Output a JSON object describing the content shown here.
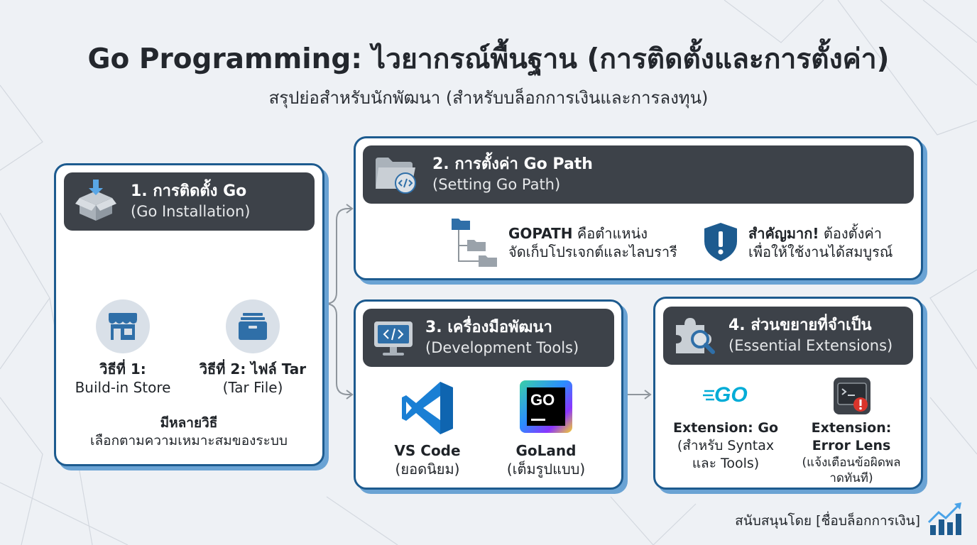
{
  "header": {
    "title": "Go Programming: ไวยากรณ์พื้นฐาน (การติดตั้งและการตั้งค่า)",
    "subtitle": "สรุปย่อสำหรับนักพัฒนา (สำหรับบล็อกการเงินและการลงทุน)"
  },
  "install": {
    "title": "1. การติดตั้ง Go",
    "subtitle": "(Go Installation)",
    "method1_title": "วิธีที่ 1:",
    "method1_desc": "Build-in Store",
    "method2_title": "วิธีที่ 2: ไฟล์ Tar",
    "method2_desc": "(Tar File)",
    "note_title": "มีหลายวิธี",
    "note_desc": "เลือกตามความเหมาะสมของระบบ"
  },
  "gopath": {
    "title": "2. การตั้งค่า Go Path",
    "subtitle": "(Setting Go Path)",
    "line1_bold": "GOPATH",
    "line1_rest": " คือตำแหน่ง",
    "line2": "จัดเก็บโปรเจกต์และไลบรารี",
    "important_bold": "สำคัญมาก!",
    "important_rest": " ต้องตั้งค่า",
    "important_line2": "เพื่อให้ใช้งานได้สมบูรณ์"
  },
  "tools": {
    "title": "3. เครื่องมือพัฒนา",
    "subtitle": "(Development Tools)",
    "vscode_name": "VS Code",
    "vscode_desc": "(ยอดนิยม)",
    "goland_logo": "GO",
    "goland_name": "GoLand",
    "goland_desc": "(เต็มรูปแบบ)"
  },
  "extensions": {
    "title": "4. ส่วนขยายที่จำเป็น",
    "subtitle": "(Essential Extensions)",
    "go_logo": "GO",
    "ext1_name": "Extension: Go",
    "ext1_desc1": "(สำหรับ Syntax",
    "ext1_desc2": "และ Tools)",
    "ext2_name1": "Extension:",
    "ext2_name2": "Error Lens",
    "ext2_desc1": "(แจ้งเตือนข้อผิดพล",
    "ext2_desc2": "าดทันที)"
  },
  "footer": {
    "sponsor": "สนับสนุนโดย [ชื่อบล็อกการเงิน]"
  },
  "colors": {
    "panel_border": "#1d5b8f",
    "header_bg": "#3d4249",
    "accent_blue": "#2f6fa8"
  }
}
